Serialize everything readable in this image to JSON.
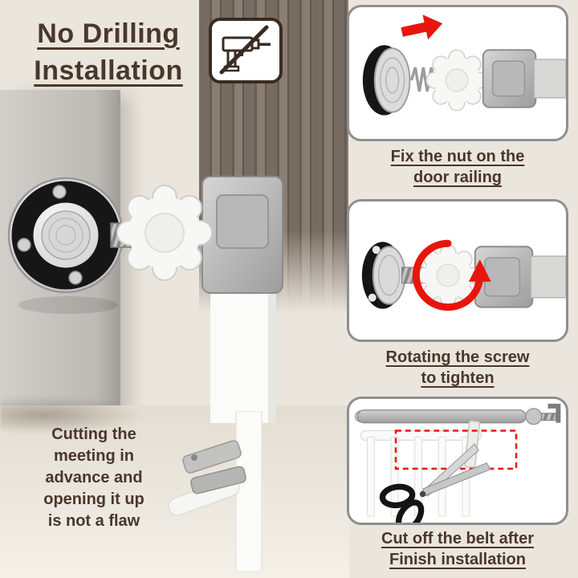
{
  "colors": {
    "background": "#ebe6dd",
    "accent_red": "#e8150d",
    "text_brown": "#4a372b",
    "panel_border": "#8f8f8f",
    "metal_silver": "#d6d6d6"
  },
  "header": {
    "title_line1": "No Drilling",
    "title_line2": "Installation",
    "badge_icon": "no-drill-icon"
  },
  "steps": [
    {
      "icon": "red-arrow-icon",
      "caption_line1": "Fix the nut on the",
      "caption_line2": "door railing"
    },
    {
      "icon": "rotate-arrow-icon",
      "caption_line1": "Rotating the screw",
      "caption_line2": "to tighten"
    },
    {
      "icon": "scissors-icon",
      "caption_line1": "Cut off the belt after",
      "caption_line2": "Finish installation"
    }
  ],
  "note": {
    "lines": [
      "Cutting the",
      "meeting in",
      "advance and",
      "opening it up",
      "is not a flaw"
    ]
  }
}
